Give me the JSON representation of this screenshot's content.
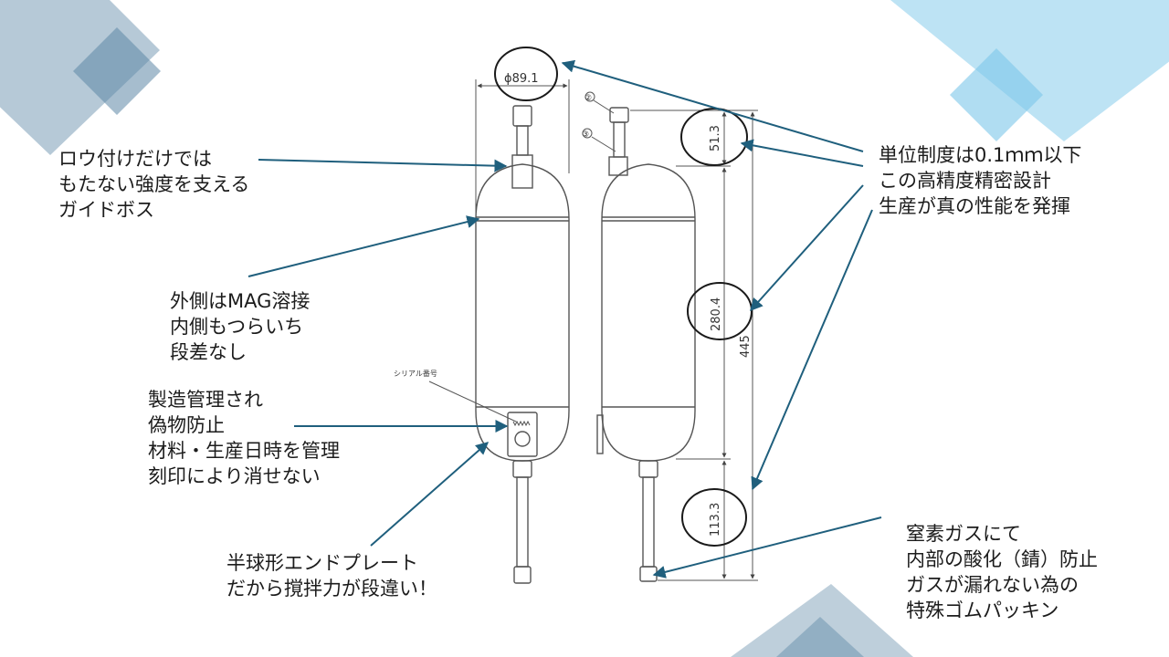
{
  "callouts": {
    "guide_boss": [
      "ロウ付けだけでは",
      "もたない強度を支える",
      "ガイドボス"
    ],
    "welding": [
      "外側はMAG溶接",
      "内側もつらいち",
      "段差なし"
    ],
    "serial": [
      "製造管理され",
      "偽物防止",
      "材料・生産日時を管理",
      "刻印により消せない"
    ],
    "end_plate": [
      "半球形エンドプレート",
      "だから撹拌力が段違い！"
    ],
    "precision": [
      "単位制度は0.1ｍｍ以下",
      "この高精度精密設計",
      "生産が真の性能を発揮"
    ],
    "nitrogen": [
      "窒素ガスにて",
      "内部の酸化（錆）防止",
      "ガスが漏れない為の",
      "特殊ゴムパッキン"
    ]
  },
  "drawing": {
    "diameter_label": "ϕ89.1",
    "dim_top": "51.3",
    "dim_middle": "280.4",
    "dim_bottom": "113.3",
    "dim_total": "445",
    "serial_tag": "シリアル番号",
    "marker_2": "②",
    "marker_3": "③"
  },
  "colors": {
    "arrow": "#1f5f7d",
    "drawing": "#555555",
    "deco_steel": "#5d87a6",
    "deco_sky": "#7cc7ea"
  }
}
